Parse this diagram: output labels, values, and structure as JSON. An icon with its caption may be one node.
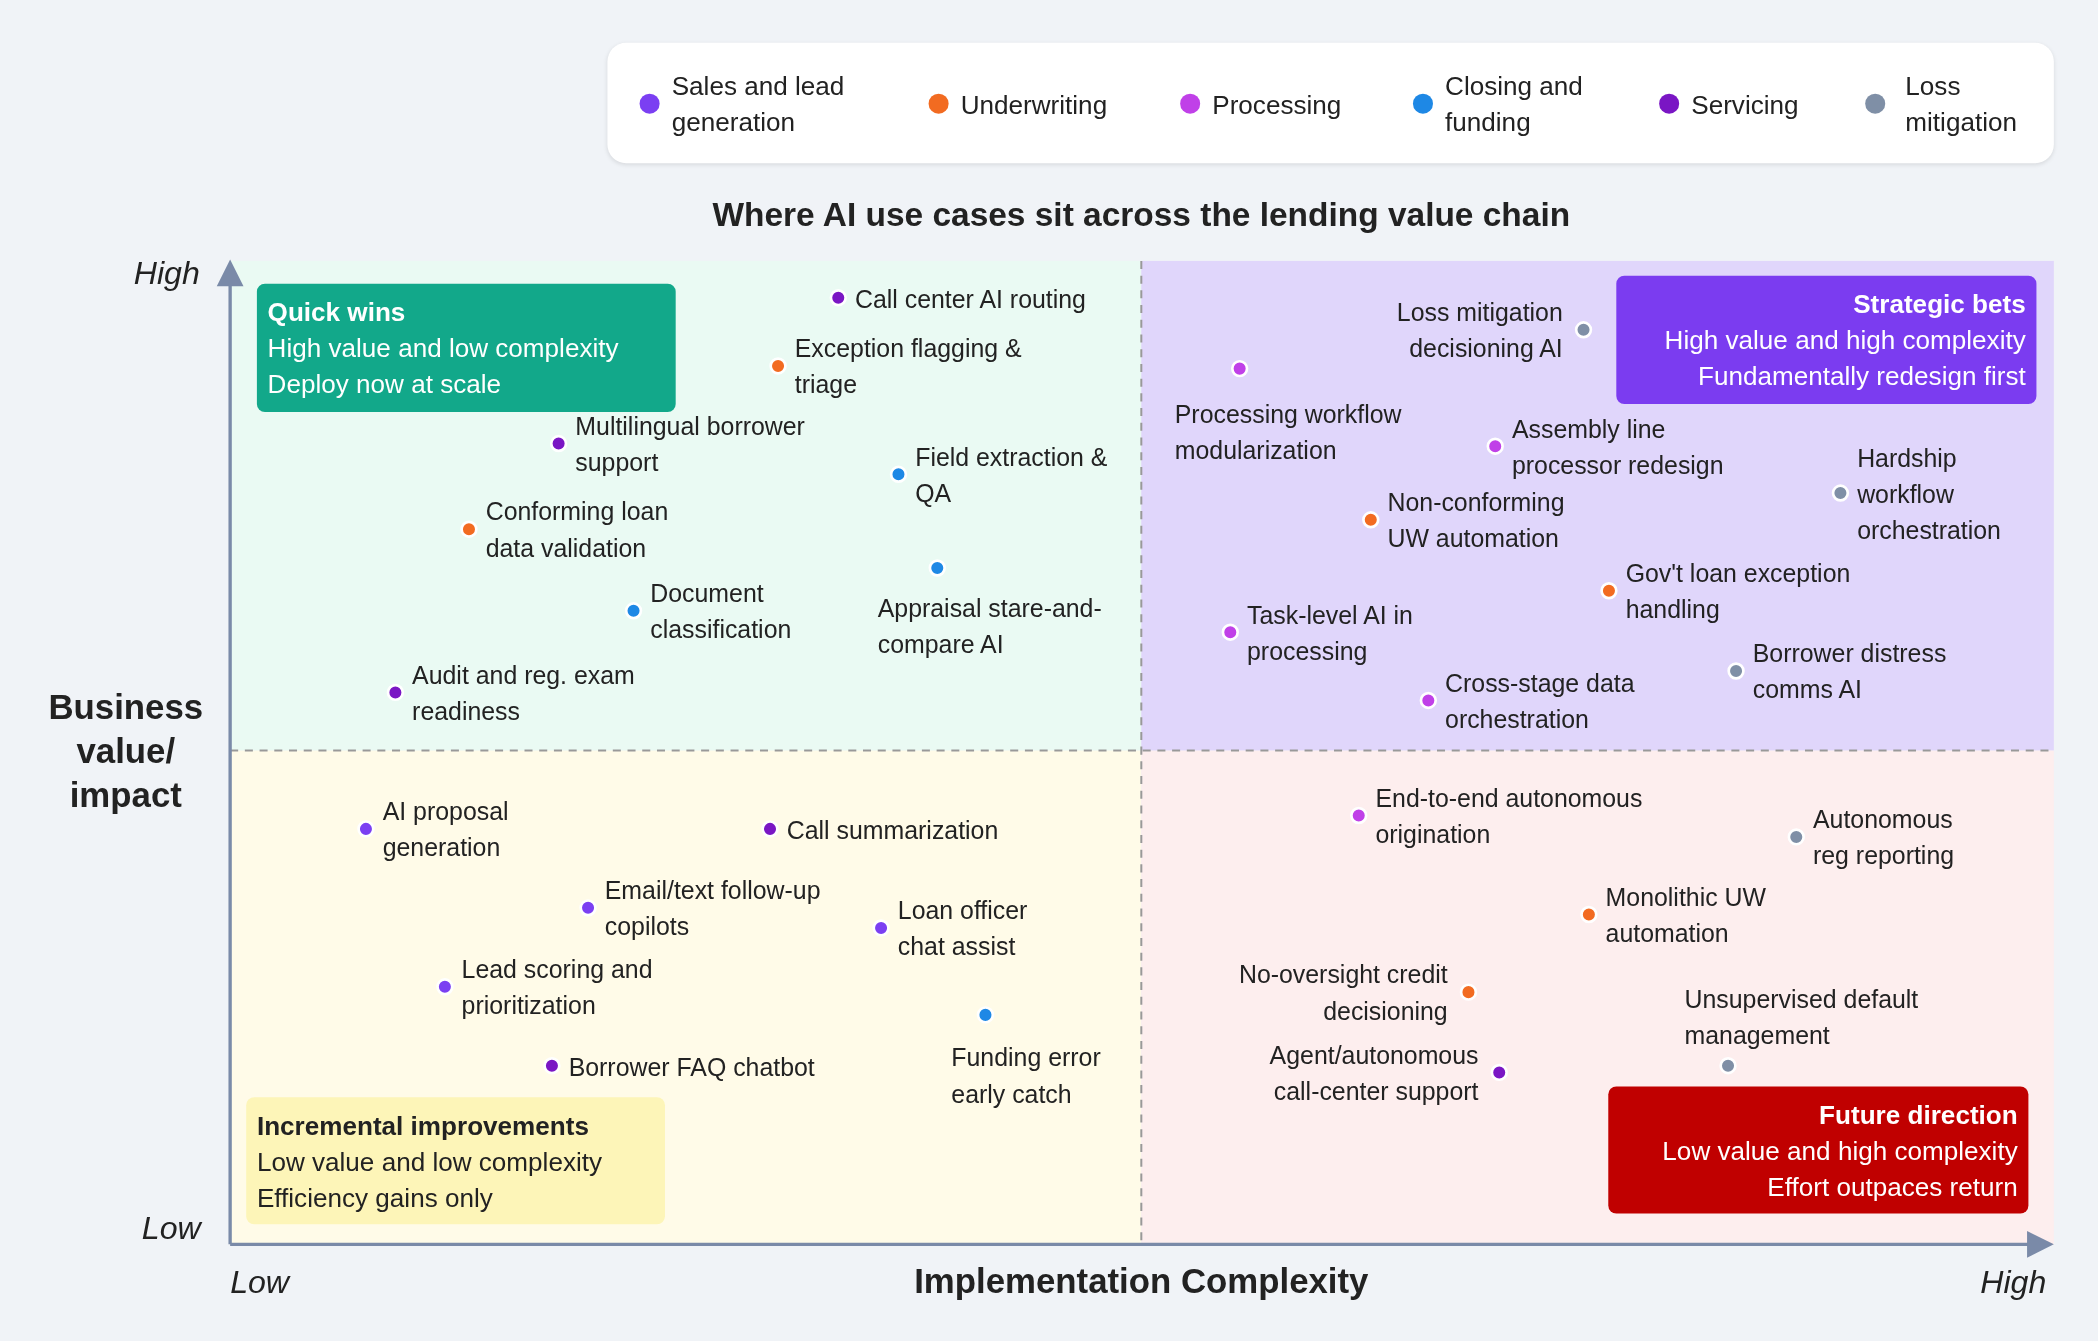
{
  "diagram": {
    "title": "Where AI use cases sit across the lending value chain",
    "nodes": [
      {
        "text": [
          "Quick wins",
          "High value and low complexity",
          "Deploy now at scale"
        ]
      },
      {
        "text": [
          "Strategic bets",
          "High value and high complexity",
          "Fundamentally redesign first"
        ]
      },
      {
        "text": [
          "Incremental improvements",
          "Low value and low complexity",
          "Efficiency gains only"
        ]
      },
      {
        "text": [
          "Future direction",
          "Low value and high complexity",
          "Effort outpaces return"
        ]
      },
      {
        "text": [],
        "shape": "circle",
        "beside": [
          "Call center AI routing"
        ]
      },
      {
        "text": [],
        "shape": "circle",
        "beside": [
          "Exception flagging & triage"
        ]
      },
      {
        "text": [],
        "shape": "circle",
        "beside": [
          "Multilingual borrower support"
        ]
      },
      {
        "text": [],
        "shape": "circle",
        "beside": [
          "Field extraction & QA"
        ]
      },
      {
        "text": [],
        "shape": "circle",
        "beside": [
          "Conforming loan data validation"
        ]
      },
      {
        "text": [],
        "shape": "circle",
        "beside": [
          "Appraisal stare-and-compare AI"
        ]
      },
      {
        "text": [],
        "shape": "circle",
        "beside": [
          "Document classification"
        ]
      },
      {
        "text": [],
        "shape": "circle",
        "beside": [
          "Audit and reg. exam readiness"
        ]
      },
      {
        "text": [],
        "shape": "circle",
        "beside": [
          "Loss mitigation decisioning AI"
        ]
      },
      {
        "text": [],
        "shape": "circle",
        "beside": [
          "Processing workflow modularization"
        ]
      },
      {
        "text": [],
        "shape": "circle",
        "beside": [
          "Assembly line processor redesign"
        ]
      },
      {
        "text": [],
        "shape": "circle",
        "beside": [
          "Hardship workflow orchestration"
        ]
      },
      {
        "text": [],
        "shape": "circle",
        "beside": [
          "Non-conforming UW automation"
        ]
      },
      {
        "text": [],
        "shape": "circle",
        "beside": [
          "Gov't loan exception handling"
        ]
      },
      {
        "text": [],
        "shape": "circle",
        "beside": [
          "Task-level AI in processing"
        ]
      },
      {
        "text": [],
        "shape": "circle",
        "beside": [
          "Borrower distress comms AI"
        ]
      },
      {
        "text": [],
        "shape": "circle",
        "beside": [
          "Cross-stage data orchestration"
        ]
      },
      {
        "text": [],
        "shape": "circle",
        "beside": [
          "AI proposal generation"
        ]
      },
      {
        "text": [],
        "shape": "circle",
        "beside": [
          "Call summarization"
        ]
      },
      {
        "text": [],
        "shape": "circle",
        "beside": [
          "Email/text follow-up copilots"
        ]
      },
      {
        "text": [],
        "shape": "circle",
        "beside": [
          "Loan officer chat assist"
        ]
      },
      {
        "text": [],
        "shape": "circle",
        "beside": [
          "Lead scoring and prioritization"
        ]
      },
      {
        "text": [],
        "shape": "circle",
        "beside": [
          "Funding error early catch"
        ]
      },
      {
        "text": [],
        "shape": "circle",
        "beside": [
          "Borrower FAQ chatbot"
        ]
      },
      {
        "text": [],
        "shape": "circle",
        "beside": [
          "End-to-end autonomous origination"
        ]
      },
      {
        "text": [],
        "shape": "circle",
        "beside": [
          "Autonomous reg reporting"
        ]
      },
      {
        "text": [],
        "shape": "circle",
        "beside": [
          "Monolithic UW automation"
        ]
      },
      {
        "text": [],
        "shape": "circle",
        "beside": [
          "No-oversight credit decisioning"
        ]
      },
      {
        "text": [],
        "shape": "circle",
        "beside": [
          "Unsupervised default management"
        ]
      },
      {
        "text": [],
        "shape": "circle",
        "beside": [
          "Agent/autonomous call-center support"
        ]
      }
    ],
    "labels": [
      "High",
      "Business value/ impact",
      "Low",
      "Low",
      "Implementation Complexity",
      "High"
    ],
    "legend": [
      {
        "text": "Sales and lead generation",
        "color": "#7b3ff2"
      },
      {
        "text": "Underwriting",
        "color": "#f26b21"
      },
      {
        "text": "Processing",
        "color": "#c040e8"
      },
      {
        "text": "Closing and funding",
        "color": "#1e88e5"
      },
      {
        "text": "Servicing",
        "color": "#7a16c4"
      },
      {
        "text": "Loss mitigation",
        "color": "#7f8fa6"
      }
    ]
  }
}
